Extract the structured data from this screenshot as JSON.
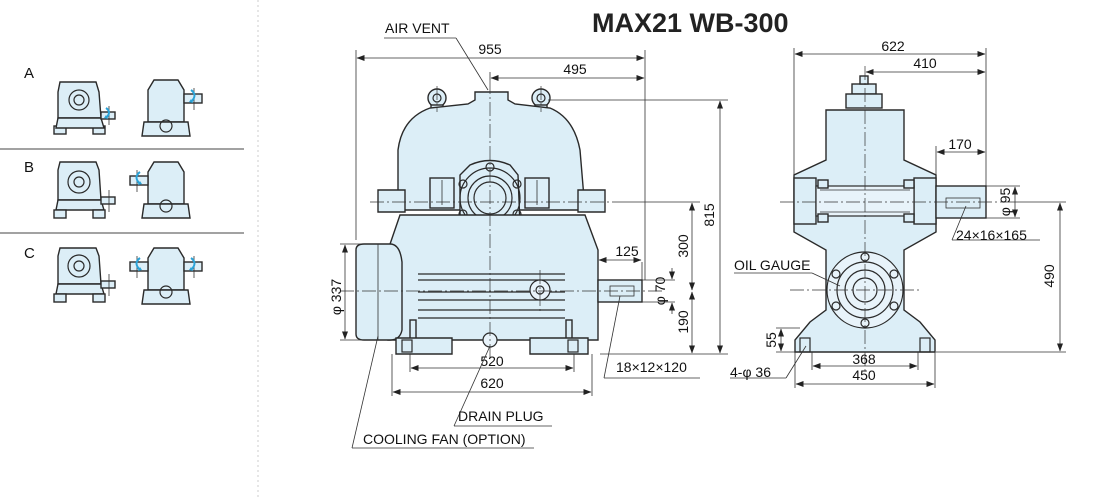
{
  "title": "MAX21 WB-300",
  "options": [
    {
      "letter": "A"
    },
    {
      "letter": "B"
    },
    {
      "letter": "C"
    }
  ],
  "labels": {
    "air_vent": "AIR VENT",
    "oil_gauge": "OIL GAUGE",
    "drain_plug": "DRAIN PLUG",
    "cooling_fan": "COOLING FAN (OPTION)"
  },
  "front_dims": {
    "overall_length": "955",
    "output_to_center": "495",
    "height": "815",
    "upper_height": "300",
    "shaft_length": "125",
    "shaft_dia": "φ 70",
    "shaft_height": "190",
    "fan_dia": "φ 337",
    "base_520": "520",
    "base_620": "620",
    "key": "18×12×120"
  },
  "side_dims": {
    "width": "622",
    "to_shaft": "410",
    "shaft_len": "170",
    "shaft_dia": "φ 95",
    "key": "24×16×165",
    "center_height": "490",
    "foot_height": "55",
    "bolt_spacing": "368",
    "base_width": "450",
    "bolts": "4-φ 36"
  }
}
